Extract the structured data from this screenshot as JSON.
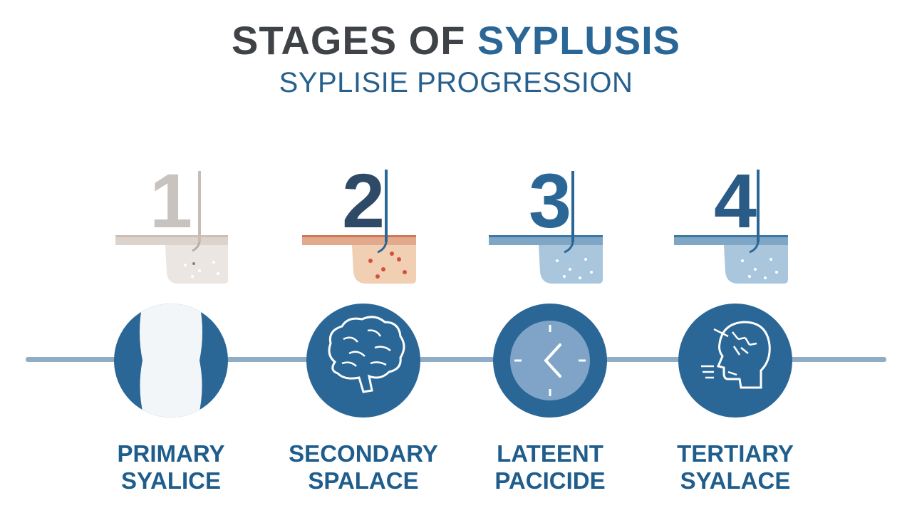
{
  "header": {
    "title_part1": "STAGES OF",
    "title_part2": "SYPLUSIS",
    "subtitle": "SYPLISIE PROGRESSION"
  },
  "colors": {
    "primary_blue": "#2b6796",
    "dark_text": "#3f4347",
    "label_blue": "#1f5d8c",
    "timeline": "#8fadc7",
    "stage1_num": "#c9c3bf",
    "stage2_num": "#2f4a66",
    "stage3_num": "#2b6796",
    "stage4_num": "#2a5a86"
  },
  "stages": [
    {
      "number": "1",
      "label_line1": "PRIMARY",
      "label_line2": "SYALICE",
      "icon": "split-circle-icon"
    },
    {
      "number": "2",
      "label_line1": "SECONDARY",
      "label_line2": "SPALACE",
      "icon": "brain-icon"
    },
    {
      "number": "3",
      "label_line1": "LATEENT",
      "label_line2": "PACICIDE",
      "icon": "clock-icon"
    },
    {
      "number": "4",
      "label_line1": "TERTIARY",
      "label_line2": "SYALACE",
      "icon": "head-profile-icon"
    }
  ]
}
